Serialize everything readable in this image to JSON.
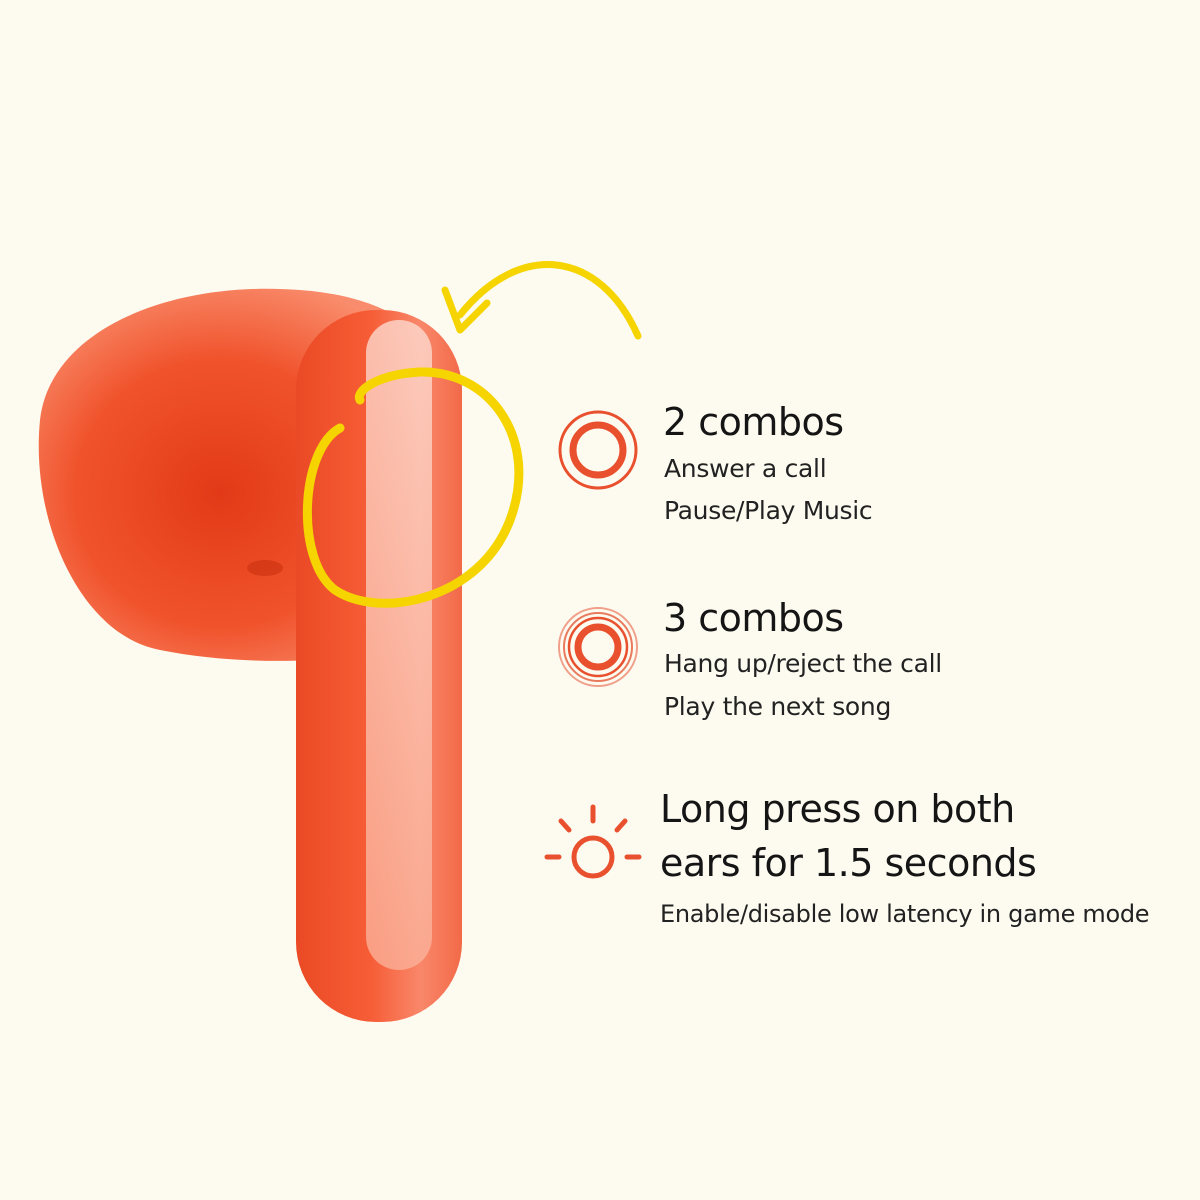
{
  "colors": {
    "background": "#fdfbf0",
    "earbud": "#f4552f",
    "accent_yellow": "#f5d400",
    "icon_red": "#e8502e"
  },
  "features": [
    {
      "icon": "double-ring-tap-icon",
      "title": "2 combos",
      "lines": [
        "Answer a call",
        "Pause/Play Music"
      ]
    },
    {
      "icon": "triple-ring-tap-icon",
      "title": "3 combos",
      "lines": [
        "Hang up/reject the call",
        "Play the next song"
      ]
    },
    {
      "icon": "long-press-sun-icon",
      "title_lines": [
        "Long press on both",
        "ears for 1.5 seconds"
      ],
      "lines": [
        "Enable/disable low latency in game mode"
      ]
    }
  ]
}
